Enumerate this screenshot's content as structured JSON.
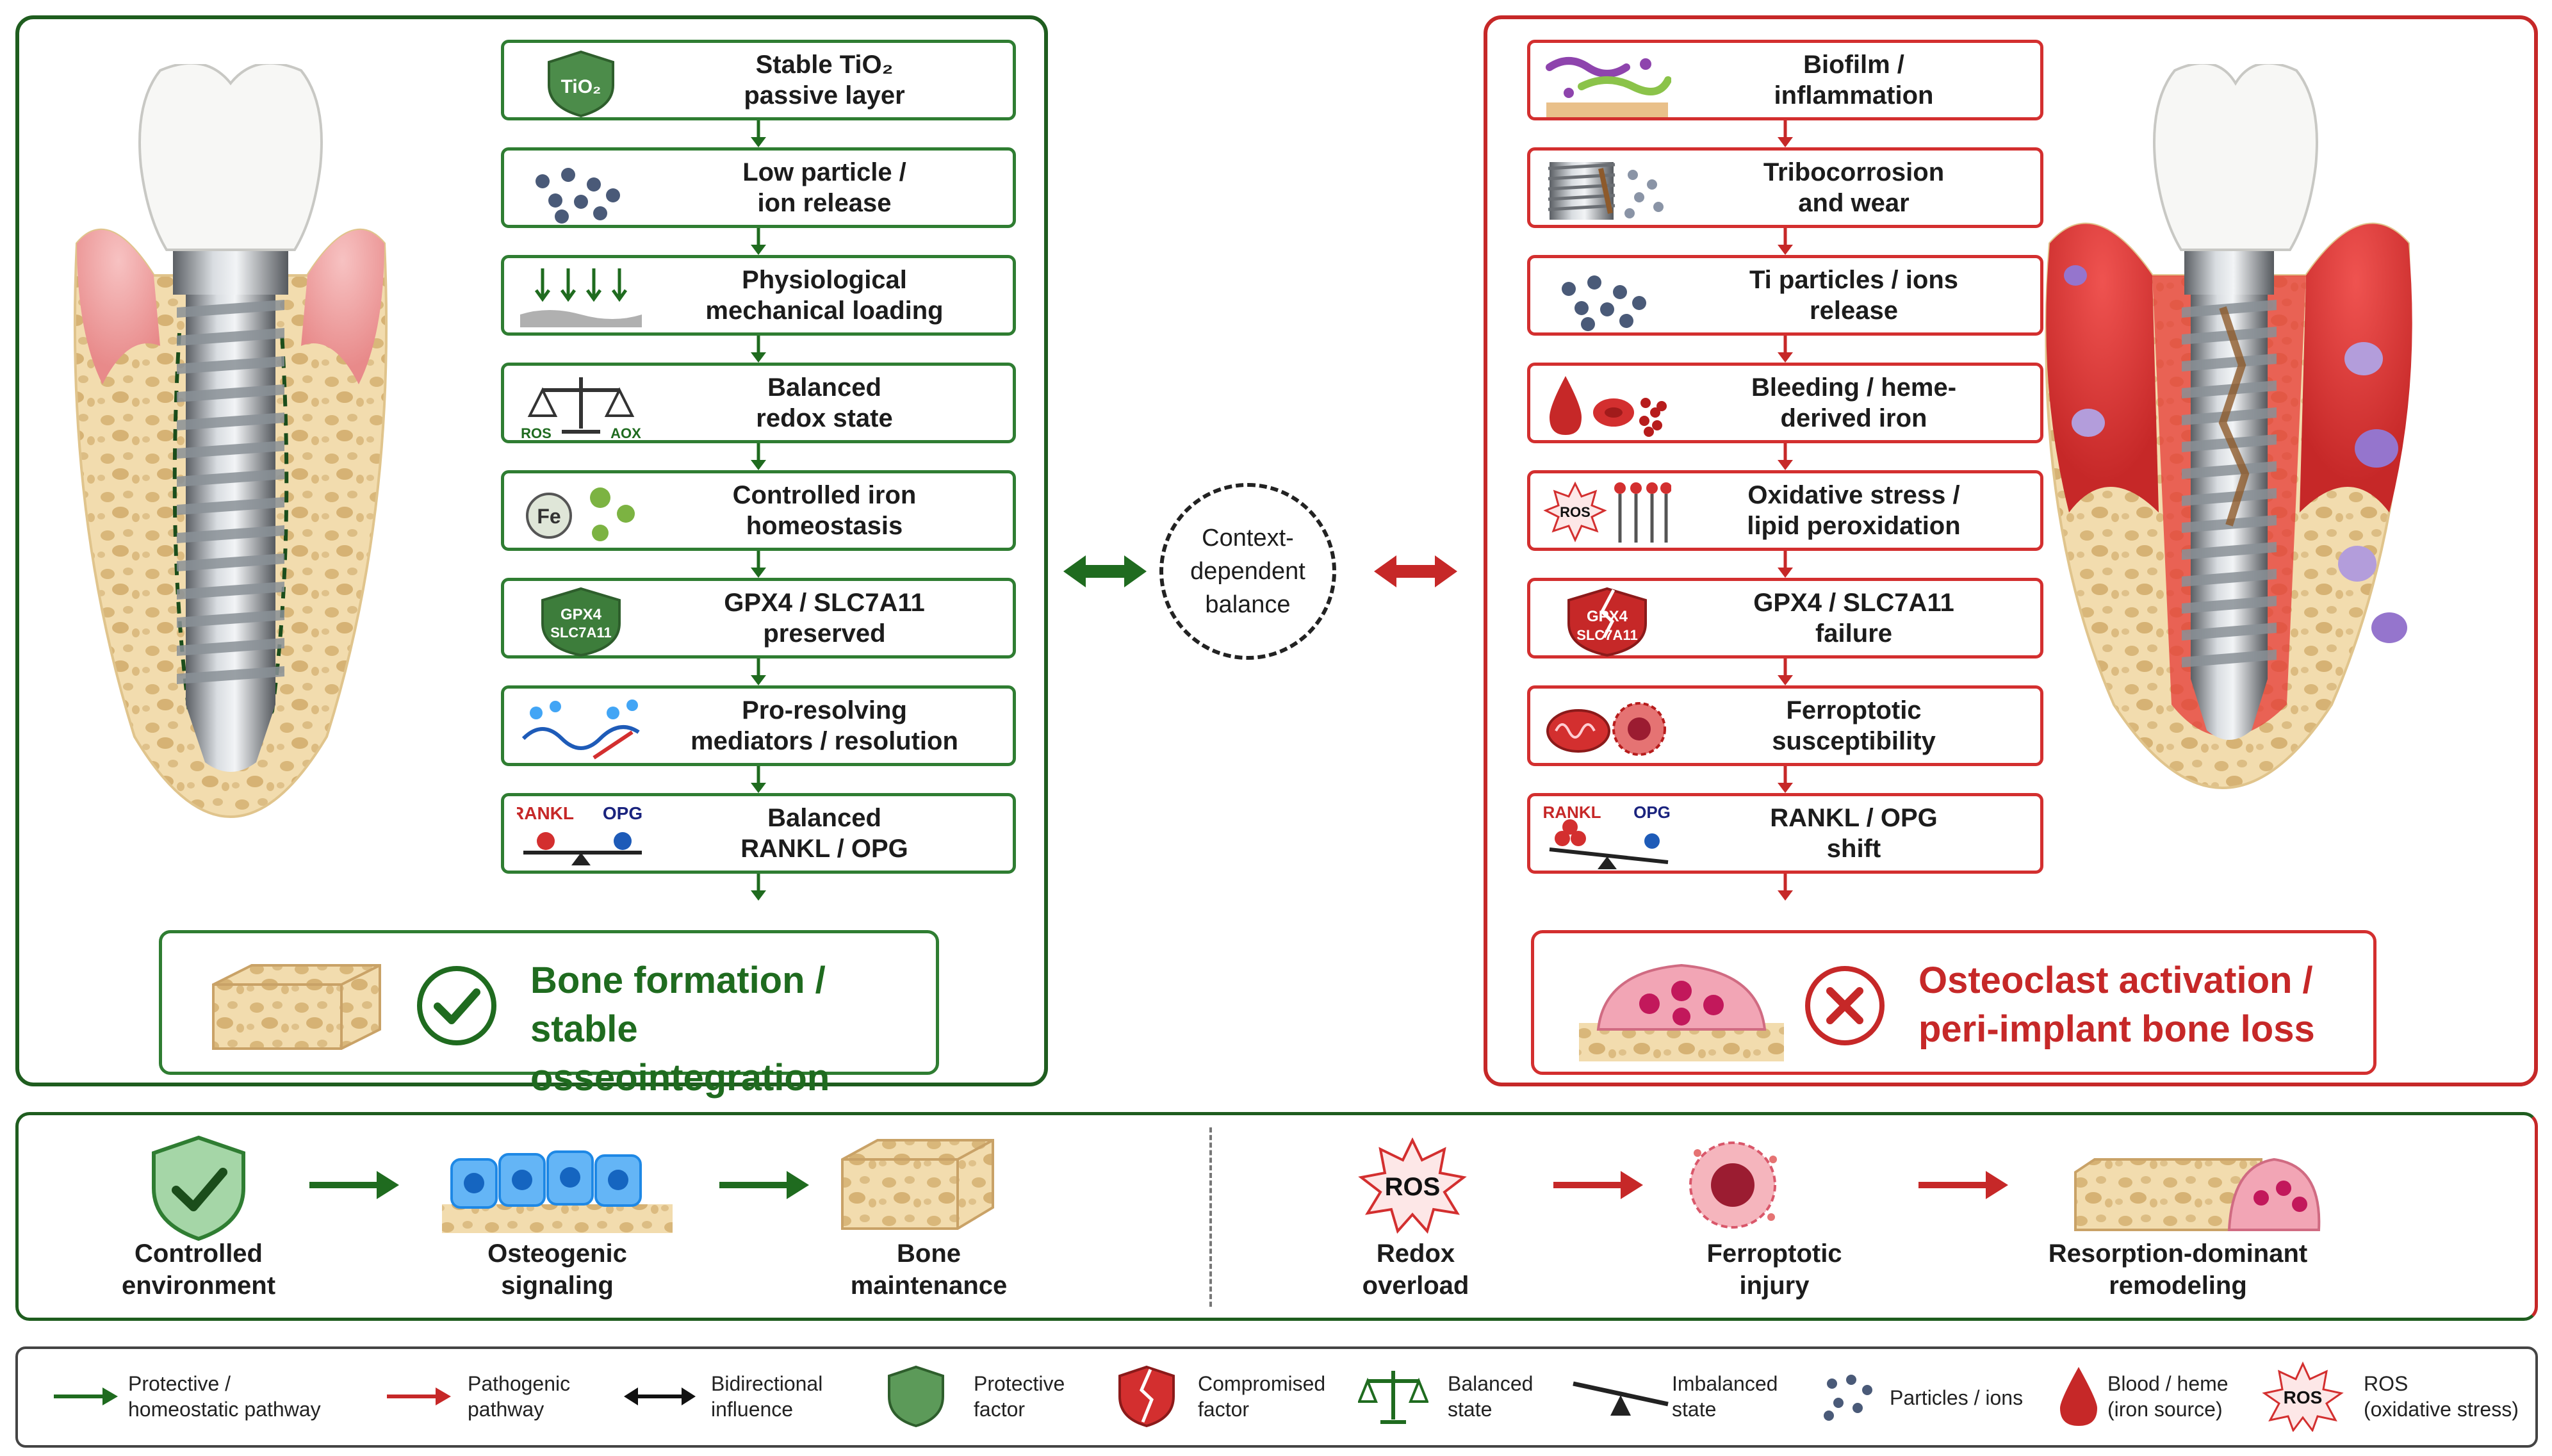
{
  "protective": {
    "steps": [
      {
        "label": "Stable TiO₂\npassive layer",
        "icon": "tio2-shield-icon"
      },
      {
        "label": "Low particle /\nion release",
        "icon": "particles-icon"
      },
      {
        "label": "Physiological\nmechanical loading",
        "icon": "loading-arrows-icon"
      },
      {
        "label": "Balanced\nredox state",
        "icon": "balance-scale-icon"
      },
      {
        "label": "Controlled iron\nhomeostasis",
        "icon": "iron-icon"
      },
      {
        "label": "GPX4 / SLC7A11\npreserved",
        "icon": "gpx4-shield-icon"
      },
      {
        "label": "Pro-resolving\nmediators / resolution",
        "icon": "mediators-icon"
      },
      {
        "label": "Balanced\nRANKL / OPG",
        "icon": "rankl-opg-balance-icon"
      }
    ],
    "icon_text": {
      "tio2": "TiO₂",
      "ros": "ROS",
      "aox": "AOX",
      "fe": "Fe",
      "gpx4": "GPX4",
      "slc7a11": "SLC7A11",
      "rankl": "RANKL",
      "opg": "OPG"
    },
    "outcome": "Bone formation /\nstable osseointegration",
    "color": "#1f6b1f"
  },
  "pathogenic": {
    "steps": [
      {
        "label": "Biofilm /\ninflammation",
        "icon": "biofilm-icon"
      },
      {
        "label": "Tribocorrosion\nand wear",
        "icon": "corroded-screw-icon"
      },
      {
        "label": "Ti particles / ions\nrelease",
        "icon": "particles-icon"
      },
      {
        "label": "Bleeding / heme-\nderived iron",
        "icon": "blood-cells-icon"
      },
      {
        "label": "Oxidative stress /\nlipid peroxidation",
        "icon": "ros-lipid-icon"
      },
      {
        "label": "GPX4 / SLC7A11\nfailure",
        "icon": "broken-shield-icon"
      },
      {
        "label": "Ferroptotic\nsusceptibility",
        "icon": "mitochondria-cell-icon"
      },
      {
        "label": "RANKL / OPG\nshift",
        "icon": "rankl-opg-tilt-icon"
      }
    ],
    "icon_text": {
      "ros": "ROS",
      "gpx4": "GPX4",
      "slc7a11": "SLC7A11",
      "rankl": "RANKL",
      "opg": "OPG"
    },
    "outcome": "Osteoclast activation /\nperi-implant bone loss",
    "color": "#c62828"
  },
  "center_label": "Context-\ndependent\nbalance",
  "strip": {
    "left": [
      "Controlled\nenvironment",
      "Osteogenic\nsignaling",
      "Bone\nmaintenance"
    ],
    "right": [
      "Redox\noverload",
      "Ferroptotic\ninjury",
      "Resorption-dominant\nremodeling"
    ],
    "ros_badge": "ROS"
  },
  "legend": [
    {
      "label": "Protective /\nhomeostatic pathway",
      "icon": "green-arrow-icon"
    },
    {
      "label": "Pathogenic\npathway",
      "icon": "red-arrow-icon"
    },
    {
      "label": "Bidirectional\ninfluence",
      "icon": "bidirectional-arrow-icon"
    },
    {
      "label": "Protective\nfactor",
      "icon": "green-shield-icon"
    },
    {
      "label": "Compromised\nfactor",
      "icon": "cracked-shield-icon"
    },
    {
      "label": "Balanced\nstate",
      "icon": "scale-icon"
    },
    {
      "label": "Imbalanced\nstate",
      "icon": "seesaw-icon"
    },
    {
      "label": "Particles / ions",
      "icon": "particles-icon"
    },
    {
      "label": "Blood / heme\n(iron source)",
      "icon": "blood-drop-icon"
    },
    {
      "label": "ROS\n(oxidative stress)",
      "icon": "ros-star-icon"
    }
  ],
  "legend_ros_badge": "ROS",
  "colors": {
    "green": "#2f7d32",
    "dark_green": "#1f5d1f",
    "red": "#d32f2f",
    "gum": "#e57373",
    "bone": "#f0d9a8"
  }
}
